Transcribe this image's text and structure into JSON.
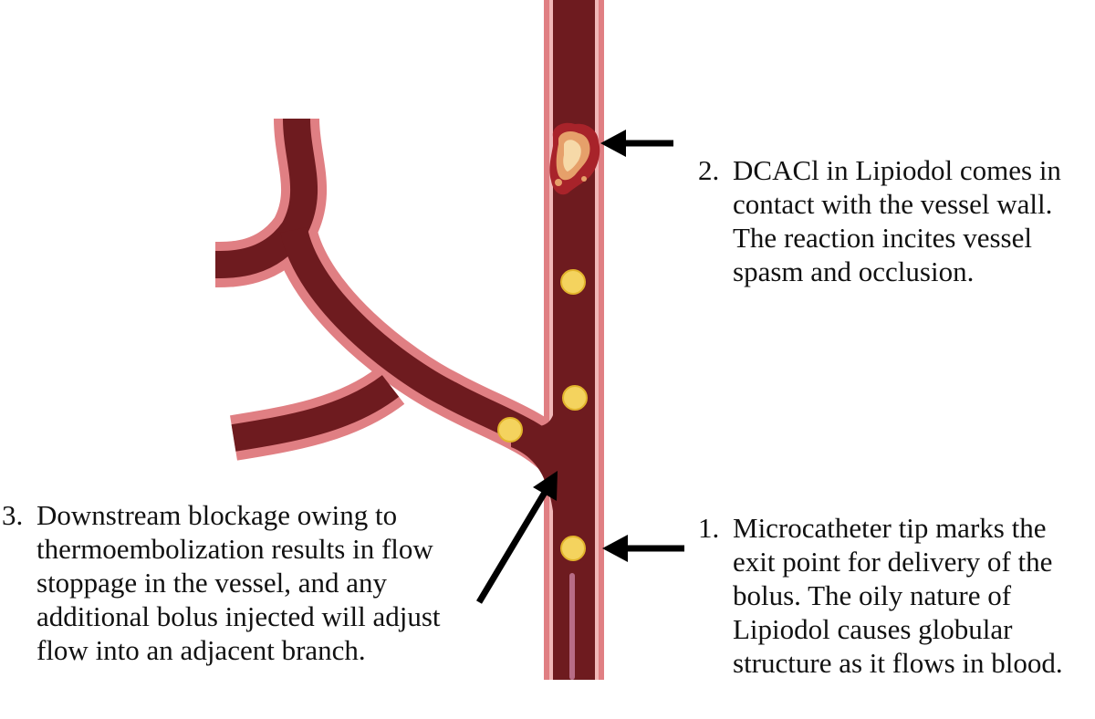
{
  "colors": {
    "vessel_lumen": "#6e1b1f",
    "vessel_wall": "#e07f83",
    "vessel_inner_line": "#f1b8b8",
    "bolus_fill": "#f4d35e",
    "bolus_stroke": "#e2b42c",
    "arrow": "#000000",
    "catheter": "#b86c86"
  },
  "annotations": [
    {
      "id": "step-1",
      "number": "1.",
      "text": "Microcatheter tip marks the exit point for delivery of the bolus. The oily nature of Lipiodol causes globular structure as it flows in blood."
    },
    {
      "id": "step-2",
      "number": "2.",
      "text": "DCACl in Lipiodol comes in contact with the vessel wall. The reaction incites vessel spasm and occlusion."
    },
    {
      "id": "step-3",
      "number": "3.",
      "text": "Downstream blockage owing to thermoembolization results in flow stoppage in the vessel, and any additional bolus injected will adjust flow into an adjacent branch."
    }
  ]
}
